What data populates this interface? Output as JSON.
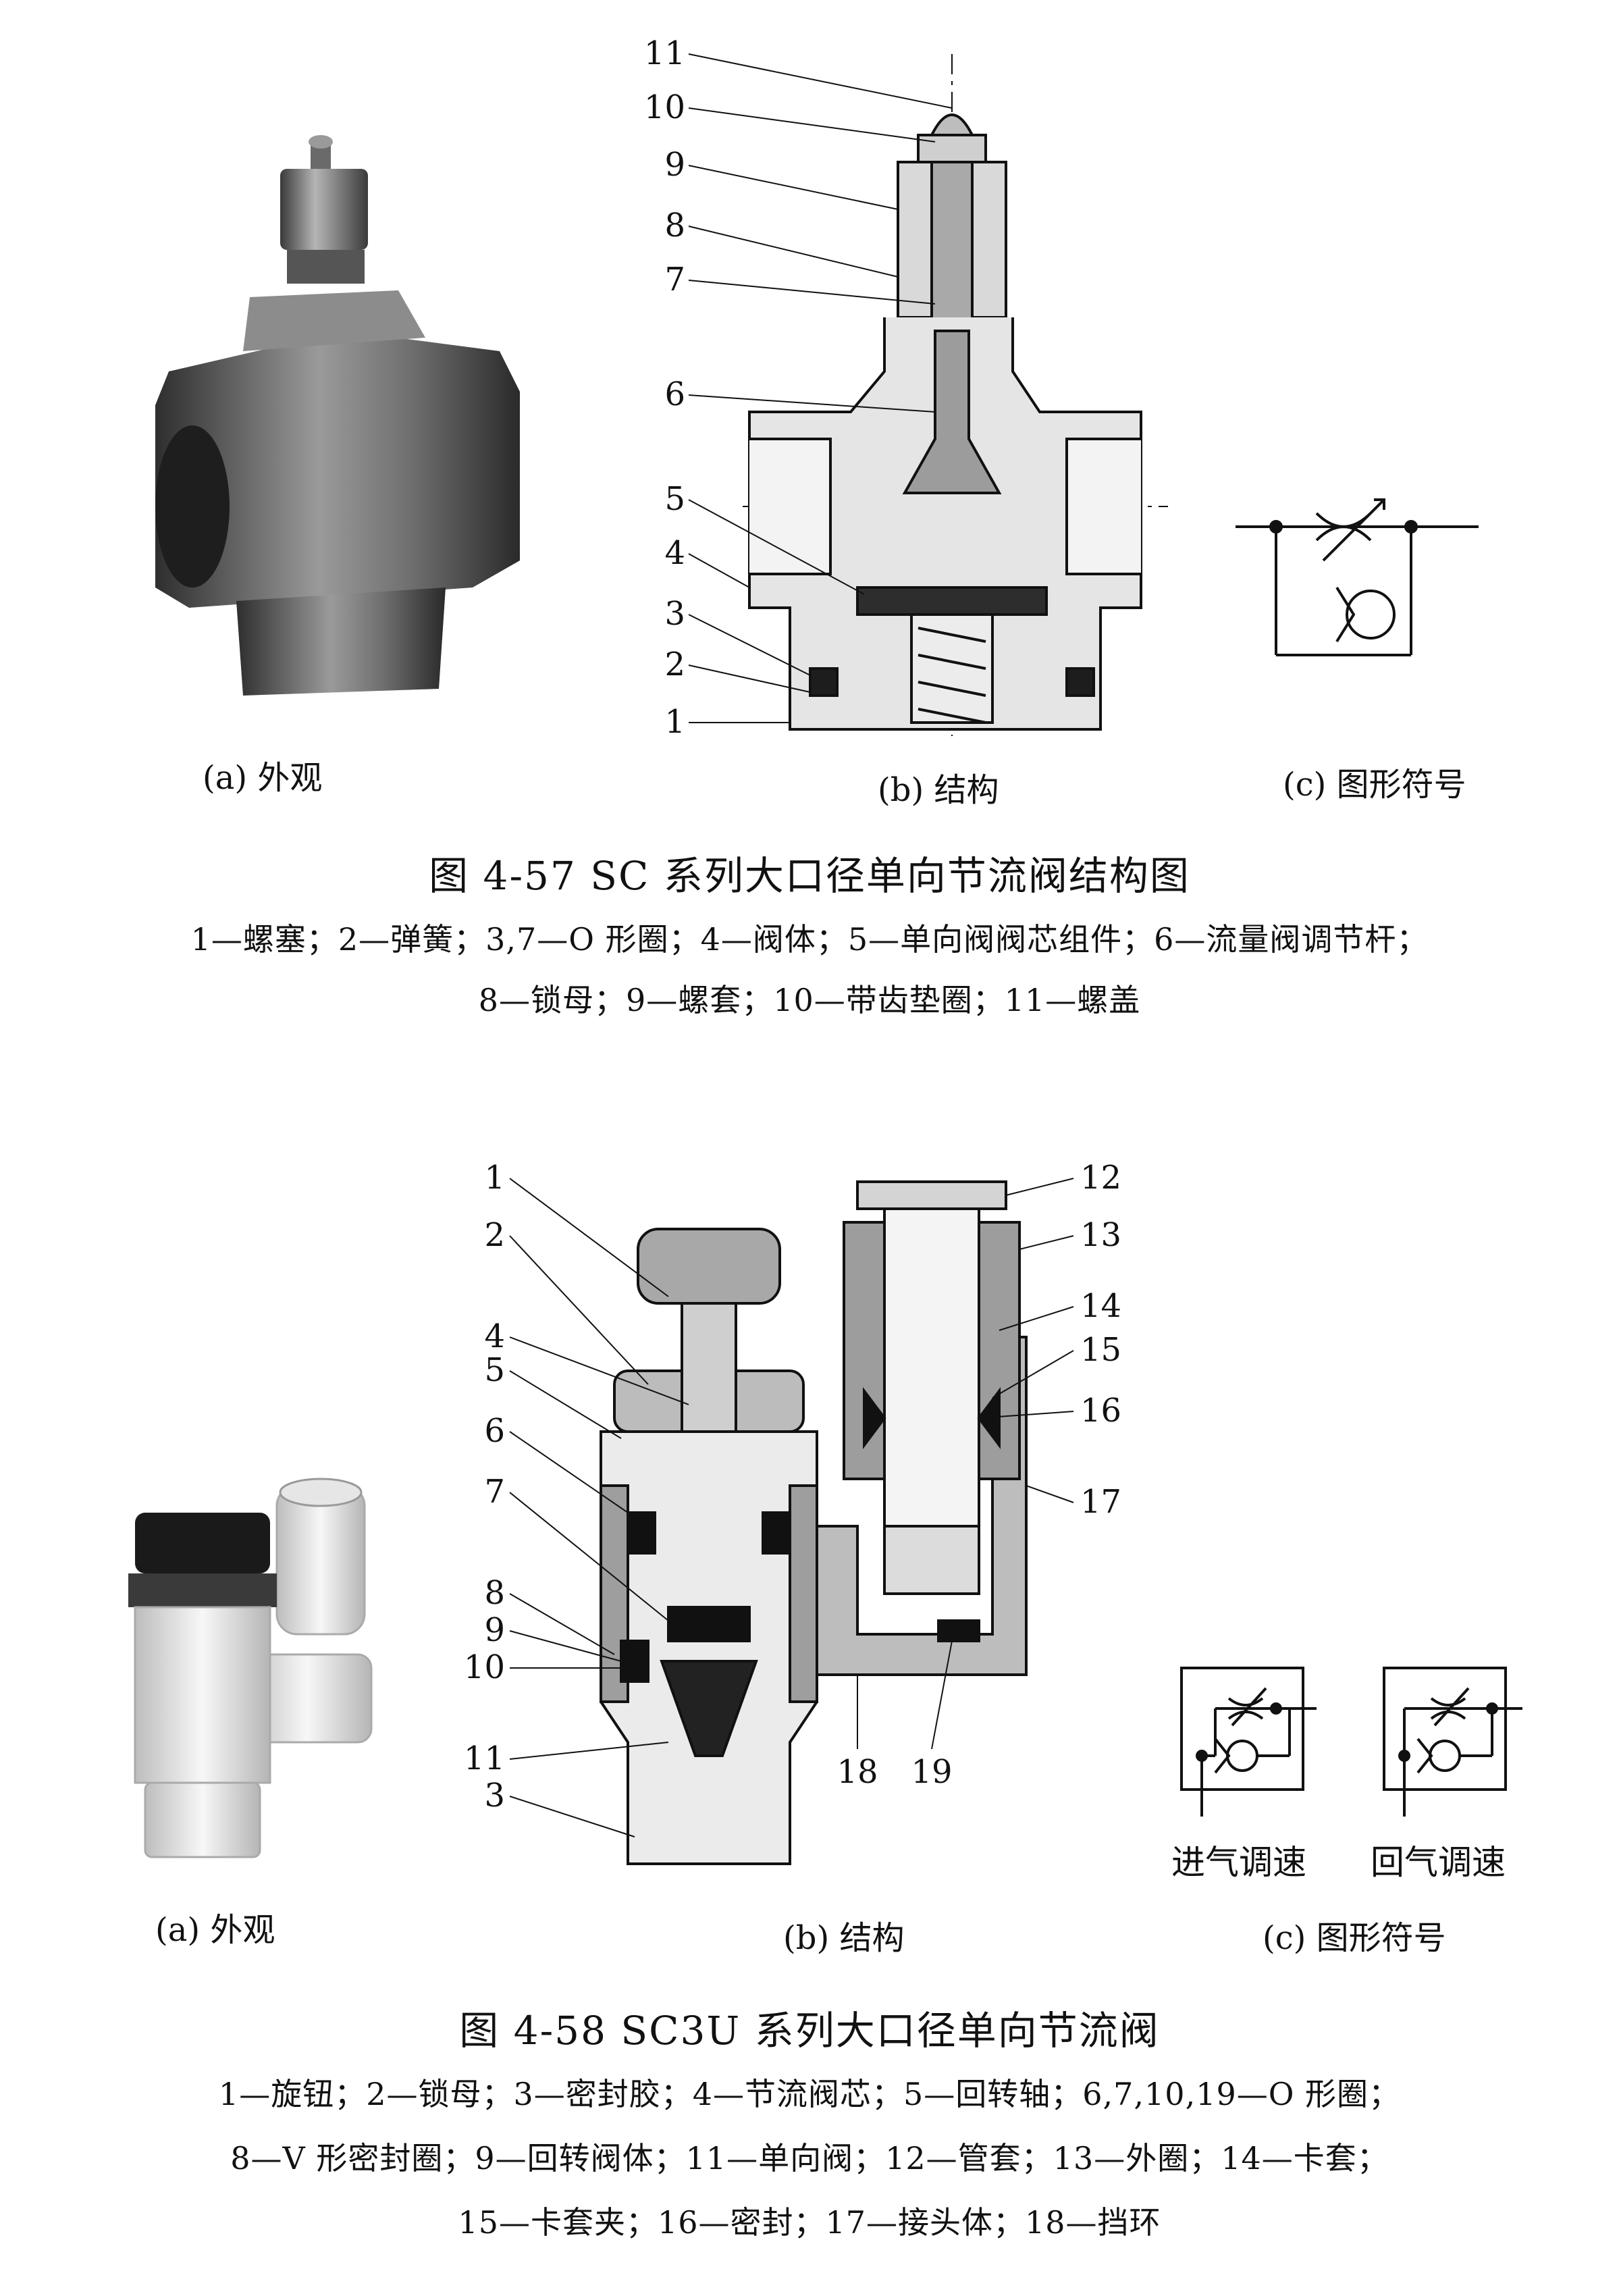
{
  "fig57": {
    "parts": [
      "11",
      "10",
      "9",
      "8",
      "7",
      "6",
      "5",
      "4",
      "3",
      "2",
      "1"
    ],
    "sub_a": "(a) 外观",
    "sub_b": "(b) 结构",
    "sub_c": "(c) 图形符号",
    "caption": "图 4-57   SC 系列大口径单向节流阀结构图",
    "legend1": "1—螺塞；2—弹簧；3,7—O 形圈；4—阀体；5—单向阀阀芯组件；6—流量阀调节杆；",
    "legend2": "8—锁母；9—螺套；10—带齿垫圈；11—螺盖"
  },
  "fig58": {
    "parts_left": [
      "1",
      "2",
      "4",
      "5",
      "6",
      "7",
      "8",
      "9",
      "10",
      "11",
      "3"
    ],
    "parts_right": [
      "12",
      "13",
      "14",
      "15",
      "16",
      "17"
    ],
    "parts_bottom": [
      "18",
      "19"
    ],
    "sym1": "进气调速",
    "sym2": "回气调速",
    "sub_a": "(a) 外观",
    "sub_b": "(b) 结构",
    "sub_c": "(c) 图形符号",
    "caption": "图 4-58   SC3U 系列大口径单向节流阀",
    "legend1": "1—旋钮；2—锁母；3—密封胶；4—节流阀芯；5—回转轴；6,7,10,19—O 形圈；",
    "legend2": "8—V 形密封圈；9—回转阀体；11—单向阀；12—管套；13—外圈；14—卡套；",
    "legend3": "15—卡套夹；16—密封；17—接头体；18—挡环"
  }
}
